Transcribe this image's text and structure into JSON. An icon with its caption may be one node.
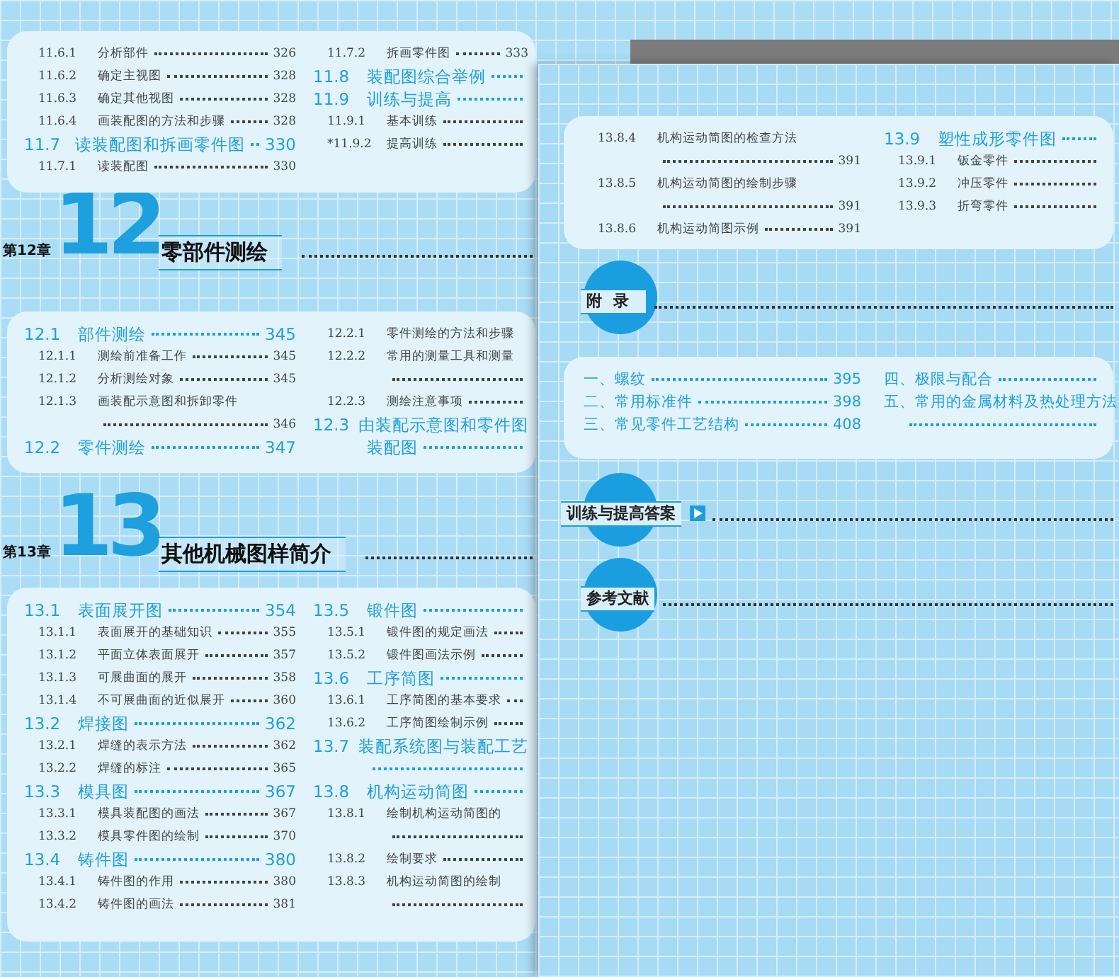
{
  "diagram": {
    "nodes": [
      {
        "text": [
          "11.6.1",
          "分析部件",
          "326",
          "11.6.2",
          "确定主视图",
          "328",
          "11.6.3",
          "确定其他视图",
          "328",
          "11.6.4",
          "画装配图的方法和步骤",
          "328",
          "11.7",
          "读装配图和拆画零件图",
          "330",
          "11.7.1",
          "读装配图",
          "330",
          "11.7.2",
          "拆画零件图",
          "333",
          "11.8",
          "装配图综合举例",
          "11.9",
          "训练与提高",
          "11.9.1",
          "基本训练",
          "*11.9.2",
          "提高训练"
        ]
      },
      {
        "text": [
          "12.1",
          "部件测绘",
          "345",
          "12.1.1",
          "测绘前准备工作",
          "345",
          "12.1.2",
          "分析测绘对象",
          "345",
          "12.1.3",
          "画装配示意图和拆卸零件",
          "346",
          "12.2",
          "零件测绘",
          "347",
          "12.2.1",
          "零件测绘的方法和步骤",
          "12.2.2",
          "常用的测量工具和测量",
          "12.2.3",
          "测绘注意事项",
          "12.3",
          "由装配示意图和零件图",
          "装配图"
        ]
      },
      {
        "text": [
          "13.1",
          "表面展开图",
          "354",
          "13.1.1",
          "表面展开的基础知识",
          "355",
          "13.1.2",
          "平面立体表面展开",
          "357",
          "13.1.3",
          "可展曲面的展开",
          "358",
          "13.1.4",
          "不可展曲面的近似展开",
          "360",
          "13.2",
          "焊接图",
          "362",
          "13.2.1",
          "焊缝的表示方法",
          "362",
          "13.2.2",
          "焊缝的标注",
          "365",
          "13.3",
          "模具图",
          "367",
          "13.3.1",
          "模具装配图的画法",
          "367",
          "13.3.2",
          "模具零件图的绘制",
          "370",
          "13.4",
          "铸件图",
          "380",
          "13.4.1",
          "铸件图的作用",
          "380",
          "13.4.2",
          "铸件图的画法",
          "381",
          "13.5",
          "锻件图",
          "13.5.1",
          "锻件图的规定画法",
          "13.5.2",
          "锻件图画法示例",
          "13.6",
          "工序简图",
          "13.6.1",
          "工序简图的基本要求",
          "13.6.2",
          "工序简图绘制示例",
          "13.7",
          "装配系统图与装配工艺",
          "13.8",
          "机构运动简图",
          "13.8.1",
          "绘制机构运动简图的",
          "13.8.2",
          "绘制要求",
          "13.8.3",
          "机构运动简图的绘制"
        ]
      },
      {
        "text": [
          "13.8.4",
          "机构运动简图的检查方法",
          "391",
          "13.8.5",
          "机构运动简图的绘制步骤",
          "391",
          "13.8.6",
          "机构运动简图示例",
          "391",
          "13.9",
          "塑性成形零件图",
          "13.9.1",
          "钣金零件",
          "13.9.2",
          "冲压零件",
          "13.9.3",
          "折弯零件"
        ]
      },
      {
        "text": [
          "附录"
        ]
      },
      {
        "text": [
          "一、螺纹",
          "395",
          "二、常用标准件",
          "398",
          "三、常见零件工艺结构",
          "408",
          "四、极限与配合",
          "五、常用的金属材料及热处理方法"
        ]
      },
      {
        "text": [
          "训练与提高答案"
        ]
      },
      {
        "text": [
          "参考文献"
        ]
      }
    ],
    "labels": [
      "第12章",
      "12",
      "零部件测绘",
      "第13章",
      "13",
      "其他机械图样简介"
    ]
  }
}
